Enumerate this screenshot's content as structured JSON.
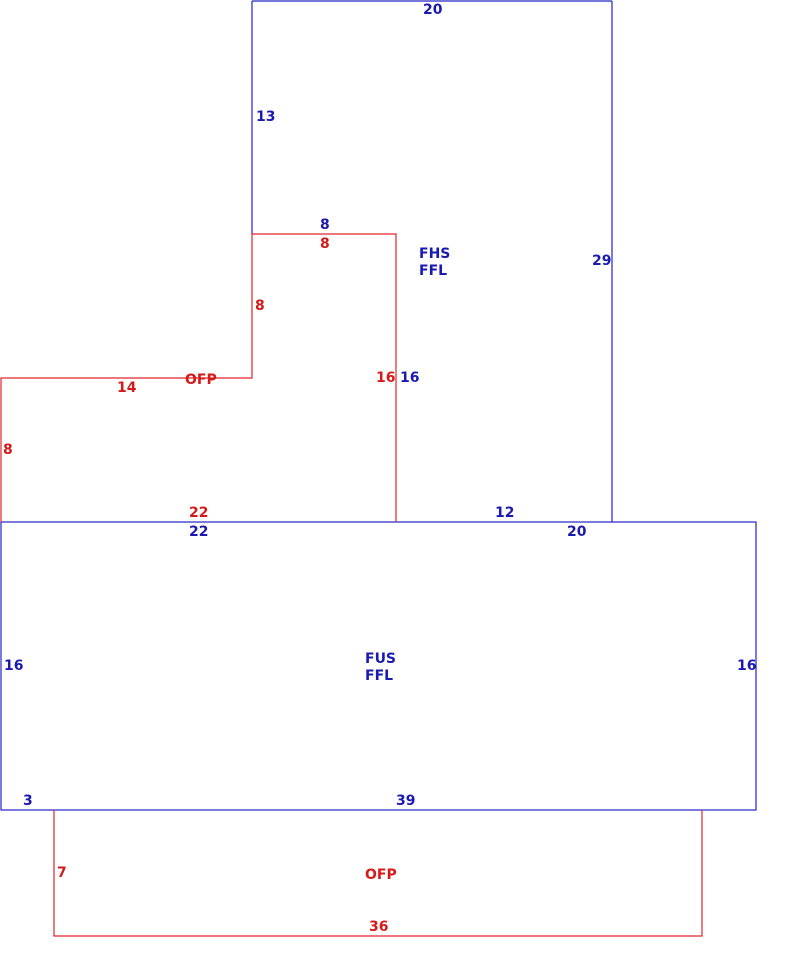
{
  "colors": {
    "blue": "#2323c8",
    "red": "#e0242a",
    "background": "#ffffff"
  },
  "areas": {
    "second_story": {
      "codes": [
        "FHS",
        "FFL"
      ]
    },
    "main_floor": {
      "codes": [
        "FUS",
        "FFL"
      ]
    },
    "porch_upper": {
      "code": "OFP"
    },
    "porch_lower": {
      "code": "OFP"
    }
  },
  "dimensions": {
    "second_story_top": "20",
    "second_story_left": "13",
    "second_story_notch_top": "8",
    "second_story_right": "29",
    "second_story_notch_side": "16",
    "second_story_bottom": "12",
    "porch_upper_top": "8",
    "porch_upper_step": "8",
    "porch_upper_ledge": "14",
    "porch_upper_side": "8",
    "porch_upper_inner": "16",
    "porch_upper_bottom": "22",
    "main_floor_top_left": "22",
    "main_floor_top_right": "20",
    "main_floor_left": "16",
    "main_floor_right": "16",
    "main_floor_bottom_left": "3",
    "main_floor_bottom": "39",
    "porch_lower_side": "7",
    "porch_lower_bottom": "36"
  }
}
